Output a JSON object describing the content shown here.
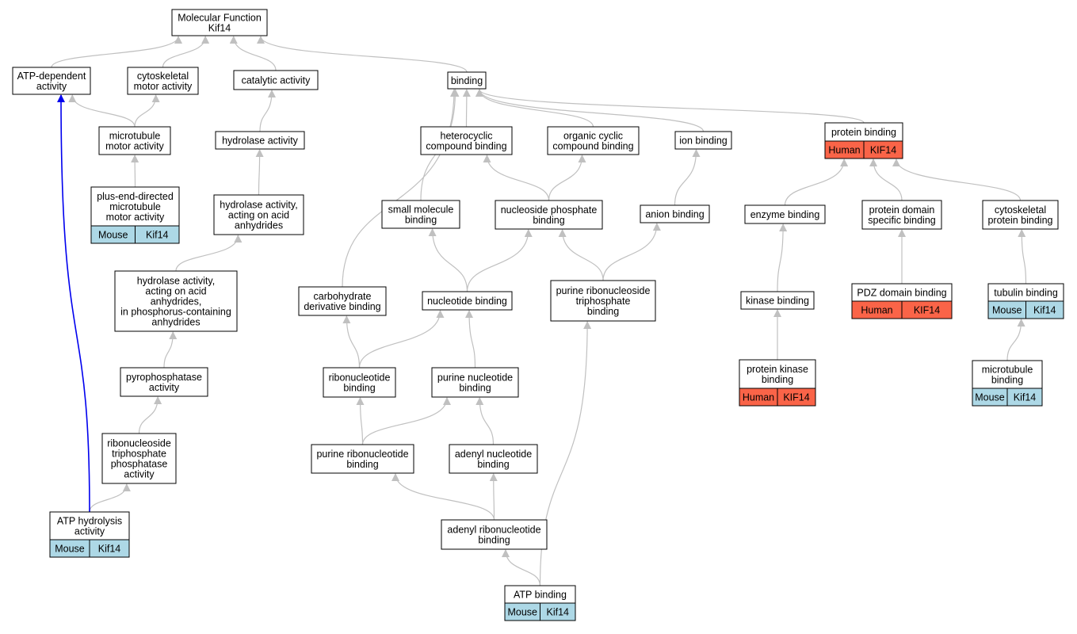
{
  "title": "Molecular Function",
  "gene": "Kif14",
  "colors": {
    "mouse": "#add8e6",
    "human": "#fa6448",
    "edge": "#c0c0c0",
    "highlight": "#0000ee"
  },
  "nodes": [
    {
      "id": "root",
      "lines": [
        "Molecular Function",
        "Kif14"
      ]
    },
    {
      "id": "atp_dep",
      "lines": [
        "ATP-dependent",
        "activity"
      ]
    },
    {
      "id": "cyto_motor",
      "lines": [
        "cytoskeletal",
        "motor activity"
      ]
    },
    {
      "id": "catalytic",
      "lines": [
        "catalytic activity"
      ]
    },
    {
      "id": "binding",
      "lines": [
        "binding"
      ]
    },
    {
      "id": "mt_motor",
      "lines": [
        "microtubule",
        "motor activity"
      ]
    },
    {
      "id": "hydrolase",
      "lines": [
        "hydrolase activity"
      ]
    },
    {
      "id": "hetero",
      "lines": [
        "heterocyclic",
        "compound binding"
      ]
    },
    {
      "id": "org_cyclic",
      "lines": [
        "organic cyclic",
        "compound binding"
      ]
    },
    {
      "id": "ion",
      "lines": [
        "ion binding"
      ]
    },
    {
      "id": "protein_b",
      "lines": [
        "protein binding"
      ],
      "badge": {
        "species": "Human",
        "gene": "KIF14"
      }
    },
    {
      "id": "plus_end",
      "lines": [
        "plus-end-directed",
        "microtubule",
        "motor activity"
      ],
      "badge": {
        "species": "Mouse",
        "gene": "Kif14"
      }
    },
    {
      "id": "hyd_acid",
      "lines": [
        "hydrolase activity,",
        "acting on acid",
        "anhydrides"
      ]
    },
    {
      "id": "small_mol",
      "lines": [
        "small molecule",
        "binding"
      ]
    },
    {
      "id": "nuc_phos",
      "lines": [
        "nucleoside phosphate",
        "binding"
      ]
    },
    {
      "id": "anion",
      "lines": [
        "anion binding"
      ]
    },
    {
      "id": "enzyme",
      "lines": [
        "enzyme binding"
      ]
    },
    {
      "id": "prot_domain",
      "lines": [
        "protein domain",
        "specific binding"
      ]
    },
    {
      "id": "cyto_prot",
      "lines": [
        "cytoskeletal",
        "protein binding"
      ]
    },
    {
      "id": "hyd_phos",
      "lines": [
        "hydrolase activity,",
        "acting on acid",
        "anhydrides,",
        "in phosphorus-containing",
        "anhydrides"
      ]
    },
    {
      "id": "carb",
      "lines": [
        "carbohydrate",
        "derivative binding"
      ]
    },
    {
      "id": "nucleotide",
      "lines": [
        "nucleotide binding"
      ]
    },
    {
      "id": "pur_ribo_tri",
      "lines": [
        "purine ribonucleoside",
        "triphosphate",
        "binding"
      ]
    },
    {
      "id": "kinase",
      "lines": [
        "kinase binding"
      ]
    },
    {
      "id": "pdz",
      "lines": [
        "PDZ domain binding"
      ],
      "badge": {
        "species": "Human",
        "gene": "KIF14"
      }
    },
    {
      "id": "tubulin",
      "lines": [
        "tubulin binding"
      ],
      "badge": {
        "species": "Mouse",
        "gene": "Kif14"
      }
    },
    {
      "id": "pyro",
      "lines": [
        "pyrophosphatase",
        "activity"
      ]
    },
    {
      "id": "ribonuc",
      "lines": [
        "ribonucleotide",
        "binding"
      ]
    },
    {
      "id": "purine_nuc",
      "lines": [
        "purine nucleotide",
        "binding"
      ]
    },
    {
      "id": "prot_kinase",
      "lines": [
        "protein kinase",
        "binding"
      ],
      "badge": {
        "species": "Human",
        "gene": "KIF14"
      }
    },
    {
      "id": "mt_binding",
      "lines": [
        "microtubule",
        "binding"
      ],
      "badge": {
        "species": "Mouse",
        "gene": "Kif14"
      }
    },
    {
      "id": "ribo_tri_phos",
      "lines": [
        "ribonucleoside",
        "triphosphate",
        "phosphatase",
        "activity"
      ]
    },
    {
      "id": "pur_ribonuc",
      "lines": [
        "purine ribonucleotide",
        "binding"
      ]
    },
    {
      "id": "adenyl_nuc",
      "lines": [
        "adenyl nucleotide",
        "binding"
      ]
    },
    {
      "id": "atp_hydro",
      "lines": [
        "ATP hydrolysis",
        "activity"
      ],
      "badge": {
        "species": "Mouse",
        "gene": "Kif14"
      }
    },
    {
      "id": "adenyl_ribo",
      "lines": [
        "adenyl ribonucleotide",
        "binding"
      ]
    },
    {
      "id": "atp_binding",
      "lines": [
        "ATP binding"
      ],
      "badge": {
        "species": "Mouse",
        "gene": "Kif14"
      }
    }
  ],
  "edges": [
    {
      "from": "atp_dep",
      "to": "root"
    },
    {
      "from": "cyto_motor",
      "to": "root"
    },
    {
      "from": "catalytic",
      "to": "root"
    },
    {
      "from": "binding",
      "to": "root"
    },
    {
      "from": "mt_motor",
      "to": "atp_dep"
    },
    {
      "from": "mt_motor",
      "to": "cyto_motor"
    },
    {
      "from": "plus_end",
      "to": "mt_motor"
    },
    {
      "from": "hydrolase",
      "to": "catalytic"
    },
    {
      "from": "hyd_acid",
      "to": "hydrolase"
    },
    {
      "from": "hyd_phos",
      "to": "hyd_acid"
    },
    {
      "from": "pyro",
      "to": "hyd_phos"
    },
    {
      "from": "ribo_tri_phos",
      "to": "pyro"
    },
    {
      "from": "atp_hydro",
      "to": "ribo_tri_phos"
    },
    {
      "from": "atp_hydro",
      "to": "atp_dep",
      "highlight": true
    },
    {
      "from": "hetero",
      "to": "binding"
    },
    {
      "from": "org_cyclic",
      "to": "binding"
    },
    {
      "from": "ion",
      "to": "binding"
    },
    {
      "from": "protein_b",
      "to": "binding"
    },
    {
      "from": "small_mol",
      "to": "binding"
    },
    {
      "from": "carb",
      "to": "binding"
    },
    {
      "from": "nuc_phos",
      "to": "hetero"
    },
    {
      "from": "nuc_phos",
      "to": "org_cyclic"
    },
    {
      "from": "anion",
      "to": "ion"
    },
    {
      "from": "nucleotide",
      "to": "small_mol"
    },
    {
      "from": "nucleotide",
      "to": "nuc_phos"
    },
    {
      "from": "pur_ribo_tri",
      "to": "nuc_phos"
    },
    {
      "from": "pur_ribo_tri",
      "to": "anion"
    },
    {
      "from": "ribonuc",
      "to": "carb"
    },
    {
      "from": "ribonuc",
      "to": "nucleotide"
    },
    {
      "from": "purine_nuc",
      "to": "nucleotide"
    },
    {
      "from": "pur_ribonuc",
      "to": "ribonuc"
    },
    {
      "from": "pur_ribonuc",
      "to": "purine_nuc"
    },
    {
      "from": "adenyl_nuc",
      "to": "purine_nuc"
    },
    {
      "from": "adenyl_ribo",
      "to": "pur_ribonuc"
    },
    {
      "from": "adenyl_ribo",
      "to": "adenyl_nuc"
    },
    {
      "from": "atp_binding",
      "to": "adenyl_ribo"
    },
    {
      "from": "atp_binding",
      "to": "pur_ribo_tri"
    },
    {
      "from": "enzyme",
      "to": "protein_b"
    },
    {
      "from": "prot_domain",
      "to": "protein_b"
    },
    {
      "from": "cyto_prot",
      "to": "protein_b"
    },
    {
      "from": "kinase",
      "to": "enzyme"
    },
    {
      "from": "prot_kinase",
      "to": "kinase"
    },
    {
      "from": "pdz",
      "to": "prot_domain"
    },
    {
      "from": "tubulin",
      "to": "cyto_prot"
    },
    {
      "from": "mt_binding",
      "to": "tubulin"
    }
  ]
}
